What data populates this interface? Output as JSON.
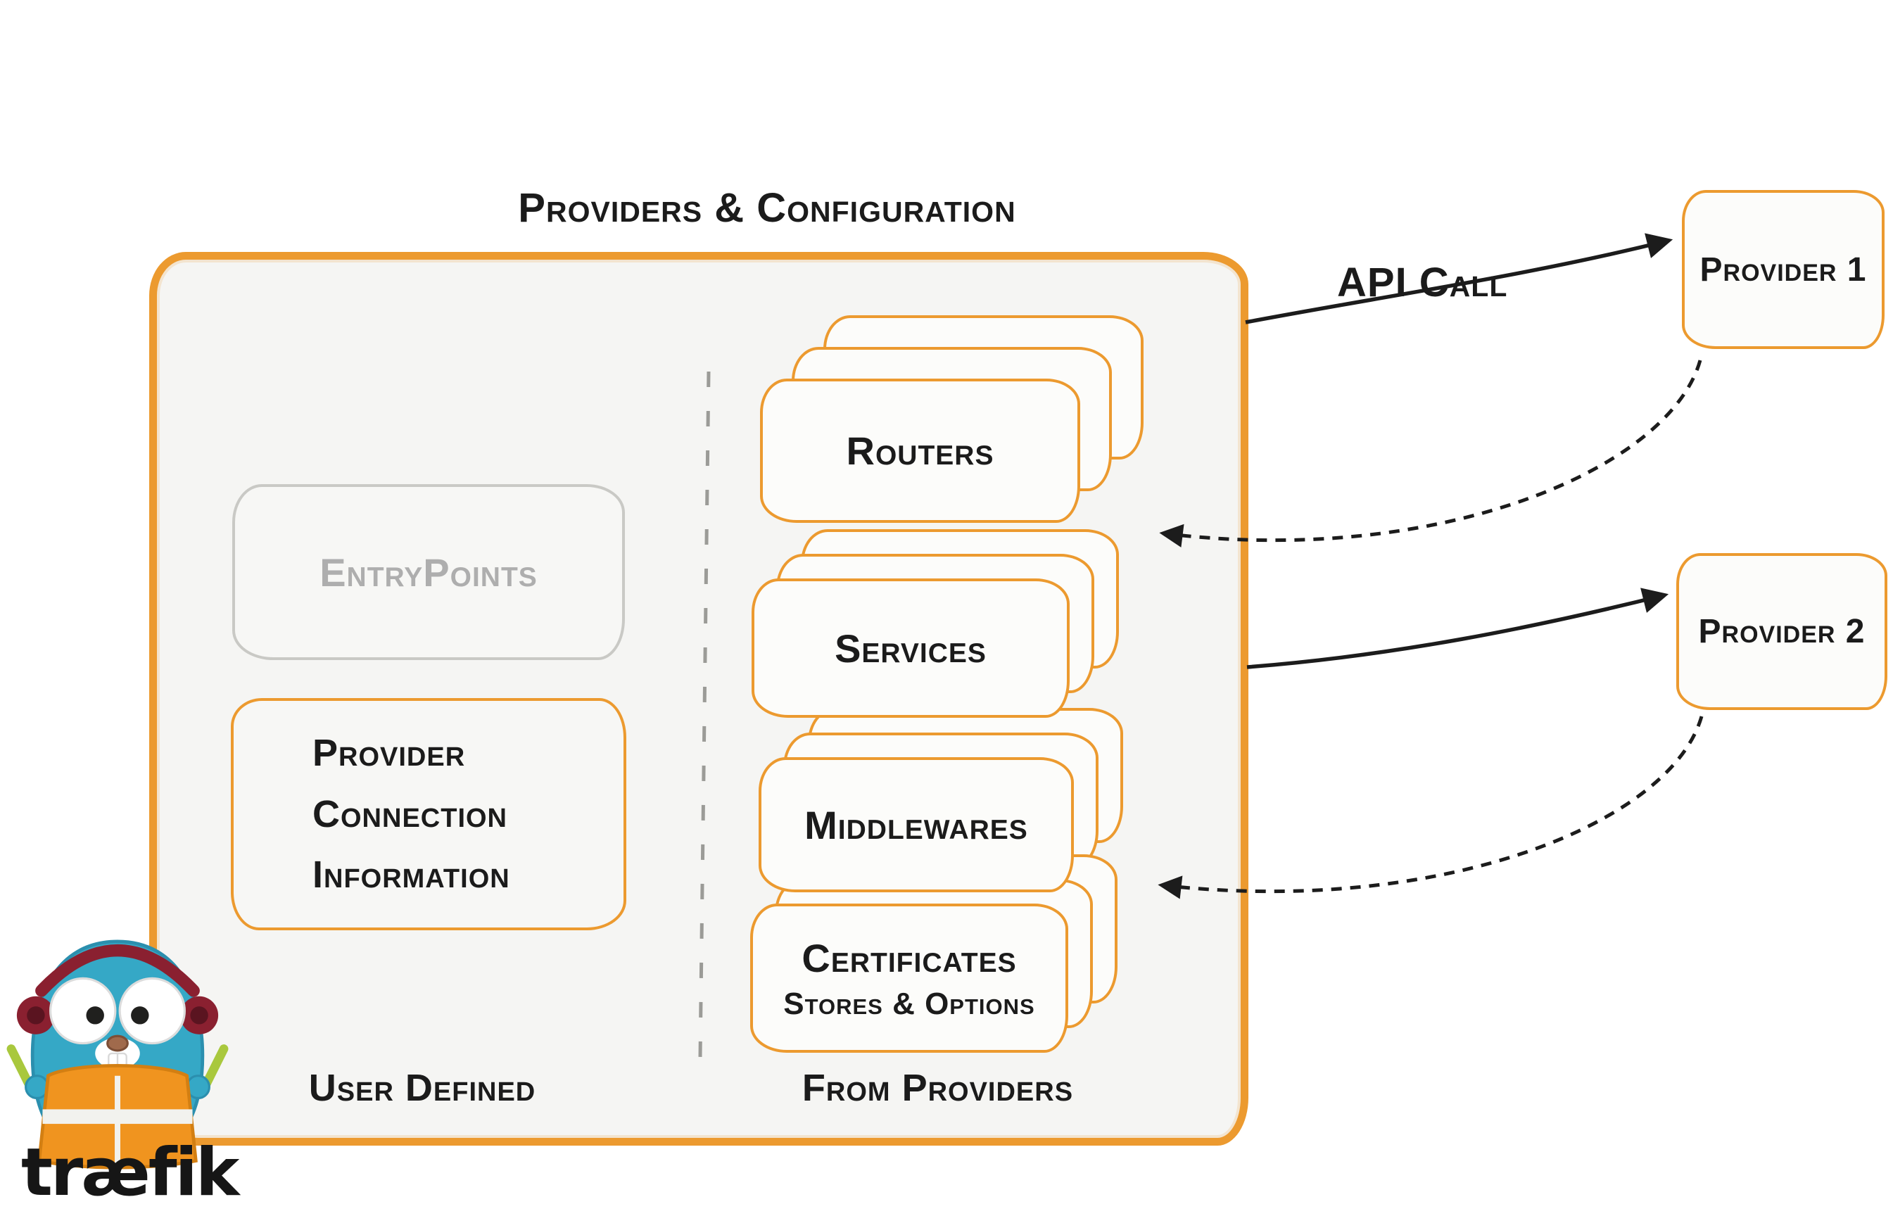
{
  "title": "Providers & Configuration",
  "api_call": "API Call",
  "box": {
    "entrypoints_label": "EntryPoints",
    "provider_connection_lines": [
      "Provider",
      "Connection",
      "Information"
    ],
    "user_defined_label": "User Defined",
    "from_providers_label": "From Providers",
    "stacks": [
      {
        "label": "Routers"
      },
      {
        "label": "Services"
      },
      {
        "label": "Middlewares"
      },
      {
        "label": "Certificates",
        "sublabel": "Stores & Options"
      }
    ]
  },
  "providers": [
    {
      "label": "Provider 1"
    },
    {
      "label": "Provider 2"
    }
  ],
  "logo_wordmark": "træfik",
  "icons": {
    "mascot": "traefik-gopher-mascot",
    "arrows": [
      "arrow-to-provider-1",
      "arrow-from-provider-1",
      "arrow-to-provider-2",
      "arrow-from-provider-2"
    ]
  },
  "colors": {
    "orange": "#EC9A2F",
    "box_fill": "#f5f5f3",
    "ink": "#1c1c1c",
    "gray_text": "#aeaeae",
    "teal": "#35A8C6",
    "vest_orange": "#F0941F",
    "headphones_red": "#8a2030",
    "glowstick_green": "#a9c83d"
  }
}
